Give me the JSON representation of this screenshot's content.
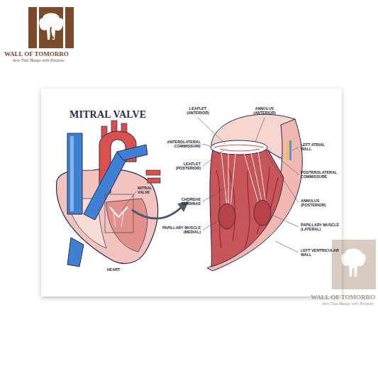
{
  "diagram": {
    "title": "MITRAL VALVE",
    "labels": [
      "WALL OF TOMORRO",
      "Arts That Hangs with Purpose",
      "LEAFLET (ANTERIOR)",
      "ANNULUS (ANTERIOR)",
      "ANTEROLATERAL COMMISSURE",
      "LEFT ATRIAL WALL",
      "LEAFLET (POSTERIOR)",
      "POSTEROLATERAL COMMISSURE",
      "MITRAL VALVE",
      "CHORDAE TENDINAE",
      "ANNULUS (POSTERIOR)",
      "PAPILLARY MUSCLE (MEDIAL)",
      "PAPILLARY MUSCLE (LATERAL)",
      "LEFT VENTRICULAR WALL",
      "HEART",
      "WALL OF TOMORRO",
      "Arts That Hangs with Purpose"
    ]
  }
}
